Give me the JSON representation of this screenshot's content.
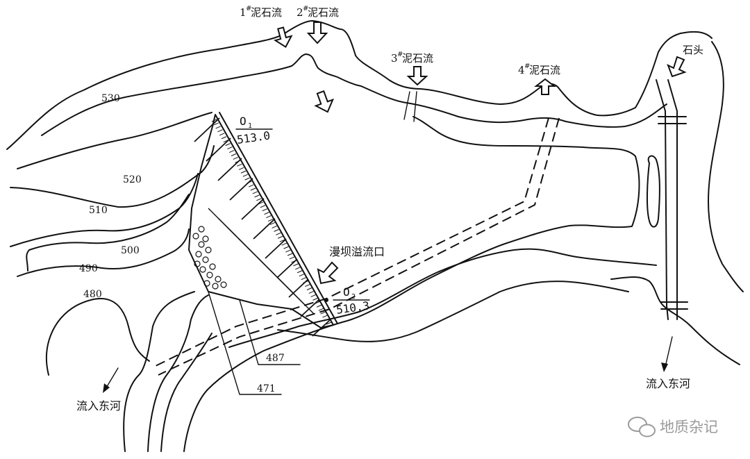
{
  "debris_flows": {
    "df1": "1",
    "df2": "2",
    "df3": "3",
    "df4": "4",
    "hash": "#",
    "label": "泥石流"
  },
  "stone": "石头",
  "contours": [
    "530",
    "520",
    "510",
    "500",
    "490",
    "480"
  ],
  "points": {
    "o1_name": "O",
    "o1_sub": "1",
    "o1_elev": "513.0",
    "o2_name": "O",
    "o2_sub": "2",
    "o2_elev": "510.3"
  },
  "outlet": "漫坝溢流口",
  "elevations": [
    "487",
    "471"
  ],
  "flow_left": "流入东河",
  "flow_right": "流入东河",
  "watermark": "地质杂记",
  "colors": {
    "ink": "#111111",
    "paper": "#ffffff",
    "watermark": "#9a9a9a"
  }
}
